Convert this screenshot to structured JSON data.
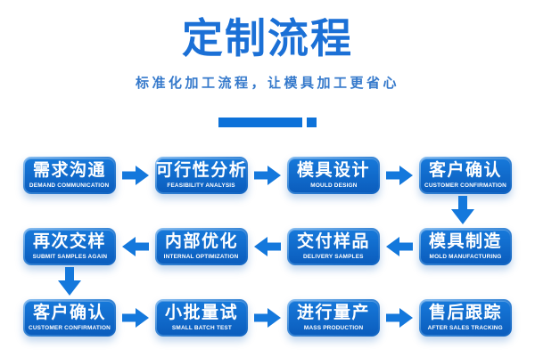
{
  "header": {
    "title": "定制流程",
    "subtitle": "标准化加工流程，让模具加工更省心"
  },
  "colors": {
    "title": "#1b70d6",
    "subtitle": "#3579cb",
    "accent": "#0d72d9",
    "arrow": "#1478dc",
    "box_top": "#1779da",
    "box_bottom": "#0b5dbd",
    "box_text": "#ffffff"
  },
  "icons": {
    "right_arrow": "arrow-right-icon",
    "left_arrow": "arrow-left-icon",
    "down_arrow": "arrow-down-icon"
  },
  "flow": {
    "rows": [
      {
        "boxes": [
          {
            "zh": "需求沟通",
            "en": "DEMAND COMMUNICATION"
          },
          {
            "zh": "可行性分析",
            "en": "FEASIBILITY ANALYSIS"
          },
          {
            "zh": "模具设计",
            "en": "MOULD DESIGN"
          },
          {
            "zh": "客户确认",
            "en": "CUSTOMER CONFIRMATION"
          }
        ]
      },
      {
        "boxes": [
          {
            "zh": "再次交样",
            "en": "SUBMIT SAMPLES AGAIN"
          },
          {
            "zh": "内部优化",
            "en": "INTERNAL OPTIMIZATION"
          },
          {
            "zh": "交付样品",
            "en": "DELIVERY SAMPLES"
          },
          {
            "zh": "模具制造",
            "en": "MOLD MANUFACTURING"
          }
        ]
      },
      {
        "boxes": [
          {
            "zh": "客户确认",
            "en": "CUSTOMER CONFIRMATION"
          },
          {
            "zh": "小批量试",
            "en": "SMALL BATCH TEST"
          },
          {
            "zh": "进行量产",
            "en": "MASS PRODUCTION"
          },
          {
            "zh": "售后跟踪",
            "en": "AFTER SALES TRACKING"
          }
        ]
      }
    ]
  }
}
